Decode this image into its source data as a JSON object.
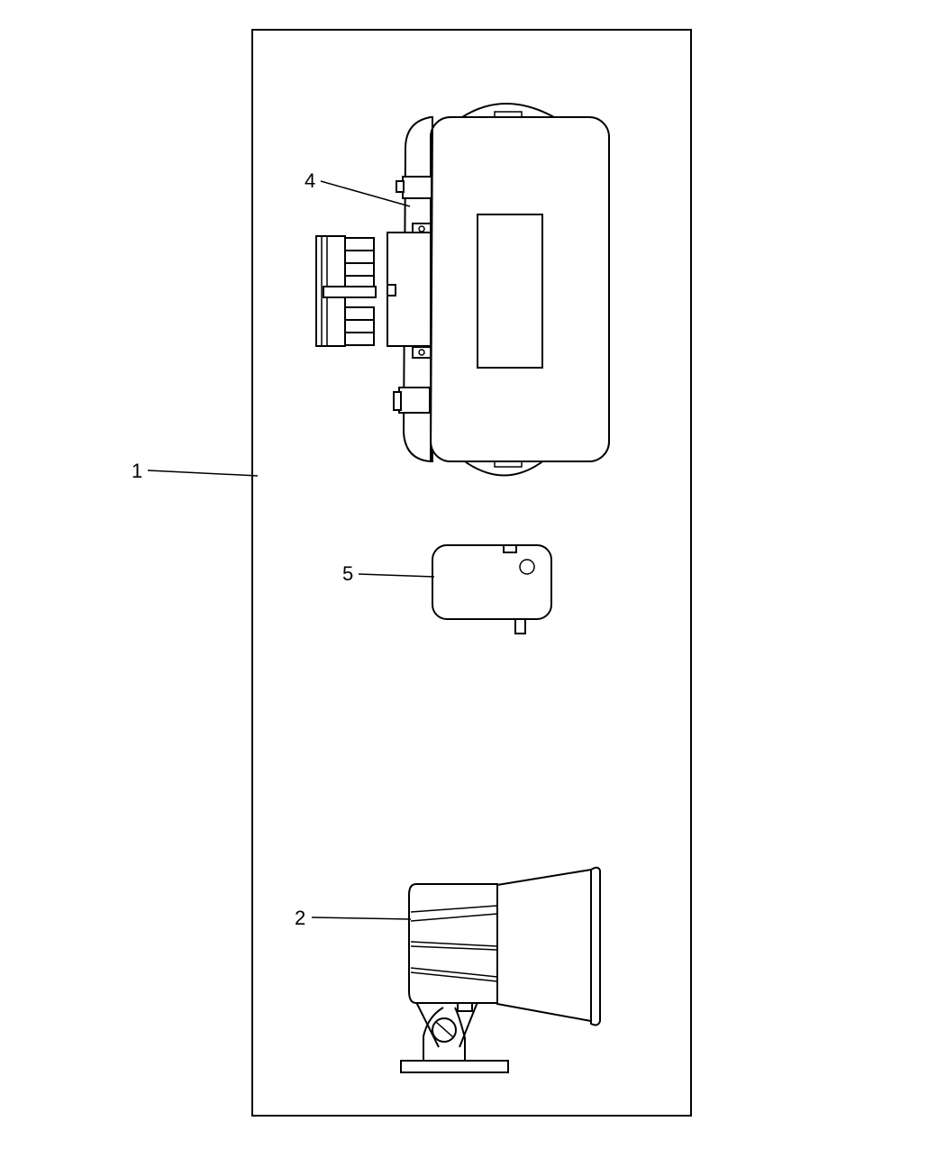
{
  "callouts": {
    "c1": "1",
    "c2": "2",
    "c4": "4",
    "c5": "5"
  },
  "parts": [
    {
      "callout": "1",
      "icon": "kit-boundary-frame"
    },
    {
      "callout": "2",
      "icon": "siren-horn-icon"
    },
    {
      "callout": "4",
      "icon": "control-module-icon"
    },
    {
      "callout": "5",
      "icon": "sensor-module-icon"
    }
  ],
  "colors": {
    "line": "#000000",
    "background": "#ffffff"
  }
}
